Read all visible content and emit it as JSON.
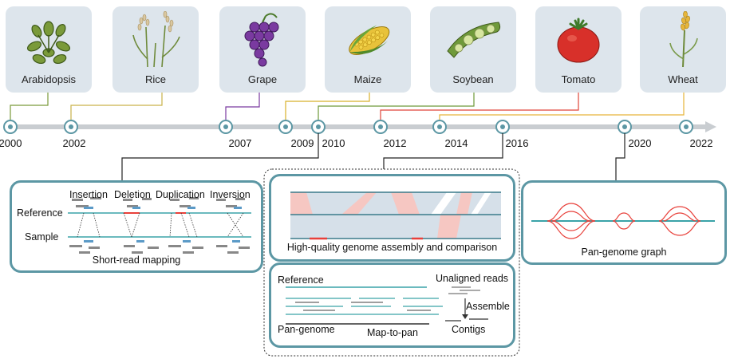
{
  "crops": [
    {
      "name": "Arabidopsis",
      "icon": "arabidopsis-icon"
    },
    {
      "name": "Rice",
      "icon": "rice-icon"
    },
    {
      "name": "Grape",
      "icon": "grape-icon"
    },
    {
      "name": "Maize",
      "icon": "maize-icon"
    },
    {
      "name": "Soybean",
      "icon": "soybean-icon"
    },
    {
      "name": "Tomato",
      "icon": "tomato-icon"
    },
    {
      "name": "Wheat",
      "icon": "wheat-icon"
    }
  ],
  "years": [
    "2000",
    "2002",
    "2007",
    "2009",
    "2010",
    "2012",
    "2014",
    "2016",
    "2020",
    "2022"
  ],
  "colors": {
    "timeline": "#c9cdd1",
    "node": "#5c97a4",
    "box_border": "#5c97a4",
    "arabidopsis": "#7a9a3a",
    "rice": "#c9b24a",
    "grape": "#7a3aa0",
    "maize": "#d8b02a",
    "soybean": "#6f9a3a",
    "tomato": "#e0453a",
    "wheat": "#e6b53a",
    "sv_red": "#e8403a",
    "read_blue": "#5b9ac7",
    "read_gray": "#888888",
    "pan_teal": "#3aa3a8"
  },
  "panels": {
    "short_read": {
      "types": [
        "Insertion",
        "Deletion",
        "Duplication",
        "Inversion"
      ],
      "reference_label": "Reference",
      "sample_label": "Sample",
      "caption": "Short-read mapping"
    },
    "assembly": {
      "caption": "High-quality genome assembly and comparison"
    },
    "map_to_pan": {
      "reference_label": "Reference",
      "unaligned_label": "Unaligned reads",
      "assemble_label": "Assemble",
      "pan_label": "Pan-genome",
      "contigs_label": "Contigs",
      "caption": "Map-to-pan"
    },
    "graph": {
      "caption": "Pan-genome graph"
    }
  }
}
